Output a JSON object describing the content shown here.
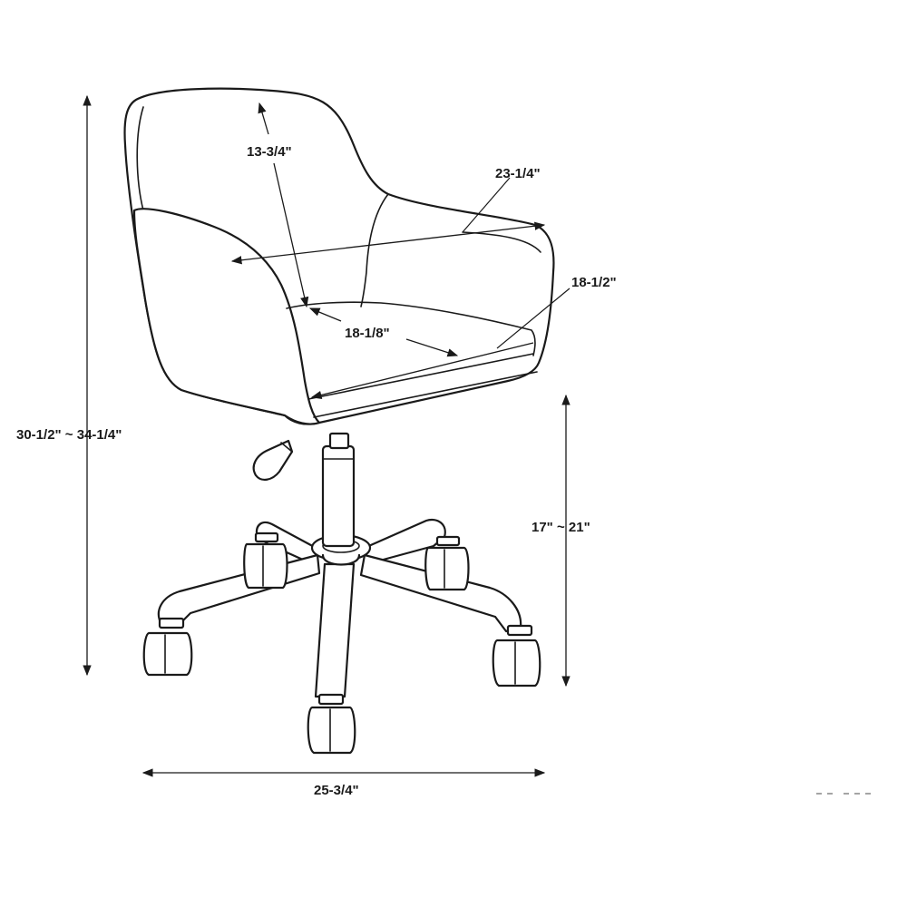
{
  "dimensions": {
    "overall_height": "30-1/2\" ~ 34-1/4\"",
    "seat_height": "17\" ~ 21\"",
    "base_width": "25-3/4\"",
    "back_height": "13-3/4\"",
    "overall_width": "23-1/4\"",
    "overall_depth": "18-1/2\"",
    "seat_depth": "18-1/8\""
  },
  "colors": {
    "line": "#1a1a1a",
    "background": "#ffffff"
  }
}
